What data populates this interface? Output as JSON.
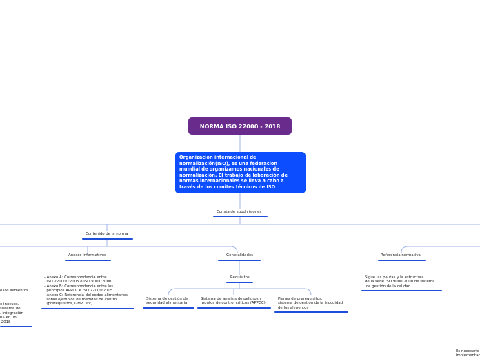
{
  "root": {
    "label": "NORMA ISO 22000 - 2018"
  },
  "description": "Organización internacional de\nnormalización(ISO), es una federacion\nmundial de organizamos nacionales de\nnormalización. El trabajo de laboración de\nnormas internacionales se lleva a cabo a\ntravés de los comites técnicos de ISO",
  "nodes": {
    "consta": "Consta de subdivisiones",
    "contenido": "Contenido de la norma",
    "anexos": "Anexos informativos",
    "generalidades": "Generalidades",
    "referencia": "Referencia normativa",
    "requisitos": "Requisitos",
    "anexos_text": "- Anexo A: Correspondencia entre\n  ISO 220000:2005 e ISO 9001:2000.\n- Anexo B: Correspondencia entre los\n  principios APPCC e ISO 22000:2005.\n- Anexo C: Referencia del codex alimentarios\n  sobre ejemplos de medidas de control\n  (prerequisitos, GMP, etc).",
    "sgsa": "Sistema de gestión de\nseguridad alimentaria",
    "appcc": "Sistema de analisis de peligros y\n puntos de control criticos (APPCC)",
    "planes": "Planes de prerequisitos,\nsistema de gestión de la inocuidad\nde los alimentos",
    "referencia_text": "Sigue las pautas y la estructura\nde la serie ISO 9000:2000 de sistema\n de gestión de la calidad.",
    "left_alimentos": "e los alimentos.",
    "left_inocuos": "e inocuos.\nsistema de\n. Integración\n05 en un\n 2018",
    "right_necesario": "Es necesario\nimplementac"
  },
  "colors": {
    "root_bg": "#6a2c8c",
    "desc_bg": "#0b4dff",
    "underline": "#1f4fd8",
    "connector": "#9fb3e8"
  }
}
